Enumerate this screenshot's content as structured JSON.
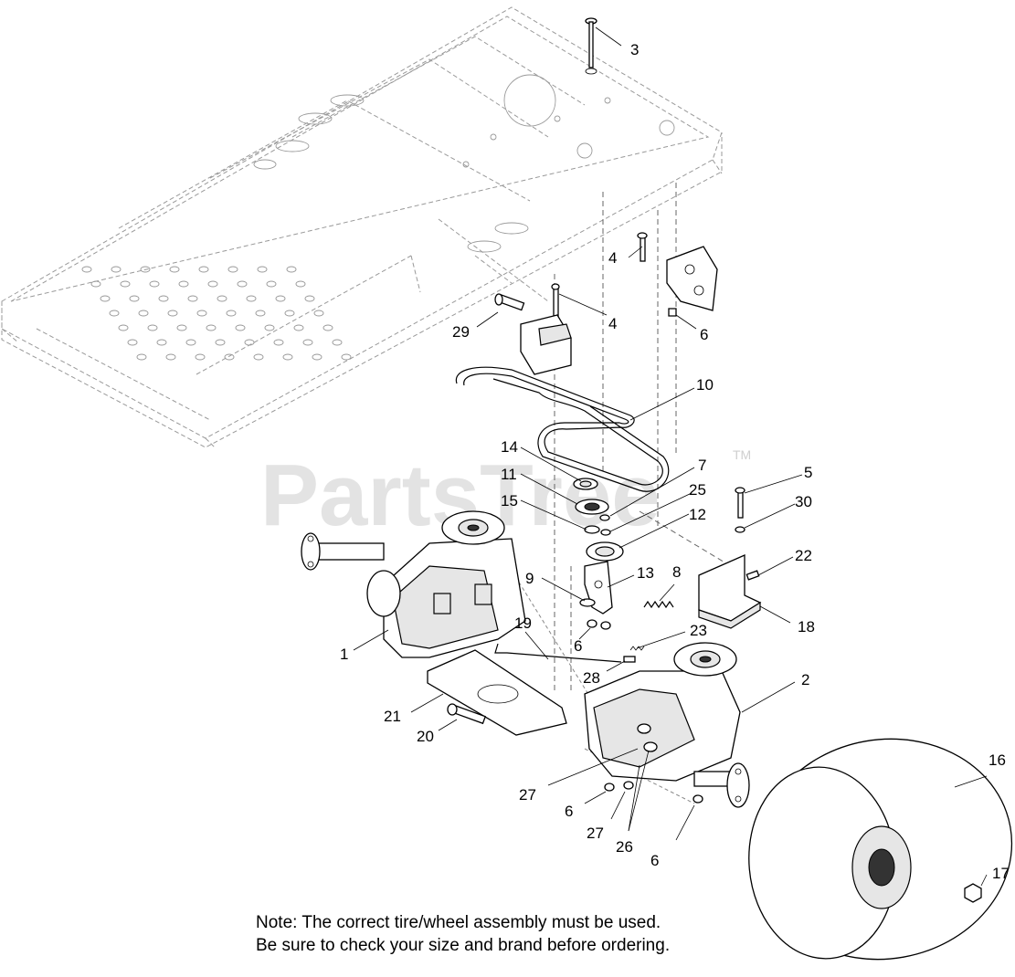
{
  "watermark": {
    "text": "PartsTree",
    "mark": "TM"
  },
  "callouts": [
    {
      "id": "c1",
      "label": "1"
    },
    {
      "id": "c2",
      "label": "2"
    },
    {
      "id": "c3",
      "label": "3"
    },
    {
      "id": "c4a",
      "label": "4"
    },
    {
      "id": "c4b",
      "label": "4"
    },
    {
      "id": "c5",
      "label": "5"
    },
    {
      "id": "c6a",
      "label": "6"
    },
    {
      "id": "c6b",
      "label": "6"
    },
    {
      "id": "c6c",
      "label": "6"
    },
    {
      "id": "c6d",
      "label": "6"
    },
    {
      "id": "c7",
      "label": "7"
    },
    {
      "id": "c8",
      "label": "8"
    },
    {
      "id": "c9",
      "label": "9"
    },
    {
      "id": "c10",
      "label": "10"
    },
    {
      "id": "c11",
      "label": "11"
    },
    {
      "id": "c12",
      "label": "12"
    },
    {
      "id": "c13",
      "label": "13"
    },
    {
      "id": "c14",
      "label": "14"
    },
    {
      "id": "c15",
      "label": "15"
    },
    {
      "id": "c16",
      "label": "16"
    },
    {
      "id": "c17",
      "label": "17"
    },
    {
      "id": "c18",
      "label": "18"
    },
    {
      "id": "c19",
      "label": "19"
    },
    {
      "id": "c20",
      "label": "20"
    },
    {
      "id": "c21",
      "label": "21"
    },
    {
      "id": "c22",
      "label": "22"
    },
    {
      "id": "c23",
      "label": "23"
    },
    {
      "id": "c25",
      "label": "25"
    },
    {
      "id": "c26",
      "label": "26"
    },
    {
      "id": "c27a",
      "label": "27"
    },
    {
      "id": "c27b",
      "label": "27"
    },
    {
      "id": "c28",
      "label": "28"
    },
    {
      "id": "c29",
      "label": "29"
    },
    {
      "id": "c30",
      "label": "30"
    }
  ],
  "note": {
    "line1": "Note: The correct tire/wheel assembly must be used.",
    "line2": "Be sure to check your size and brand before ordering."
  }
}
